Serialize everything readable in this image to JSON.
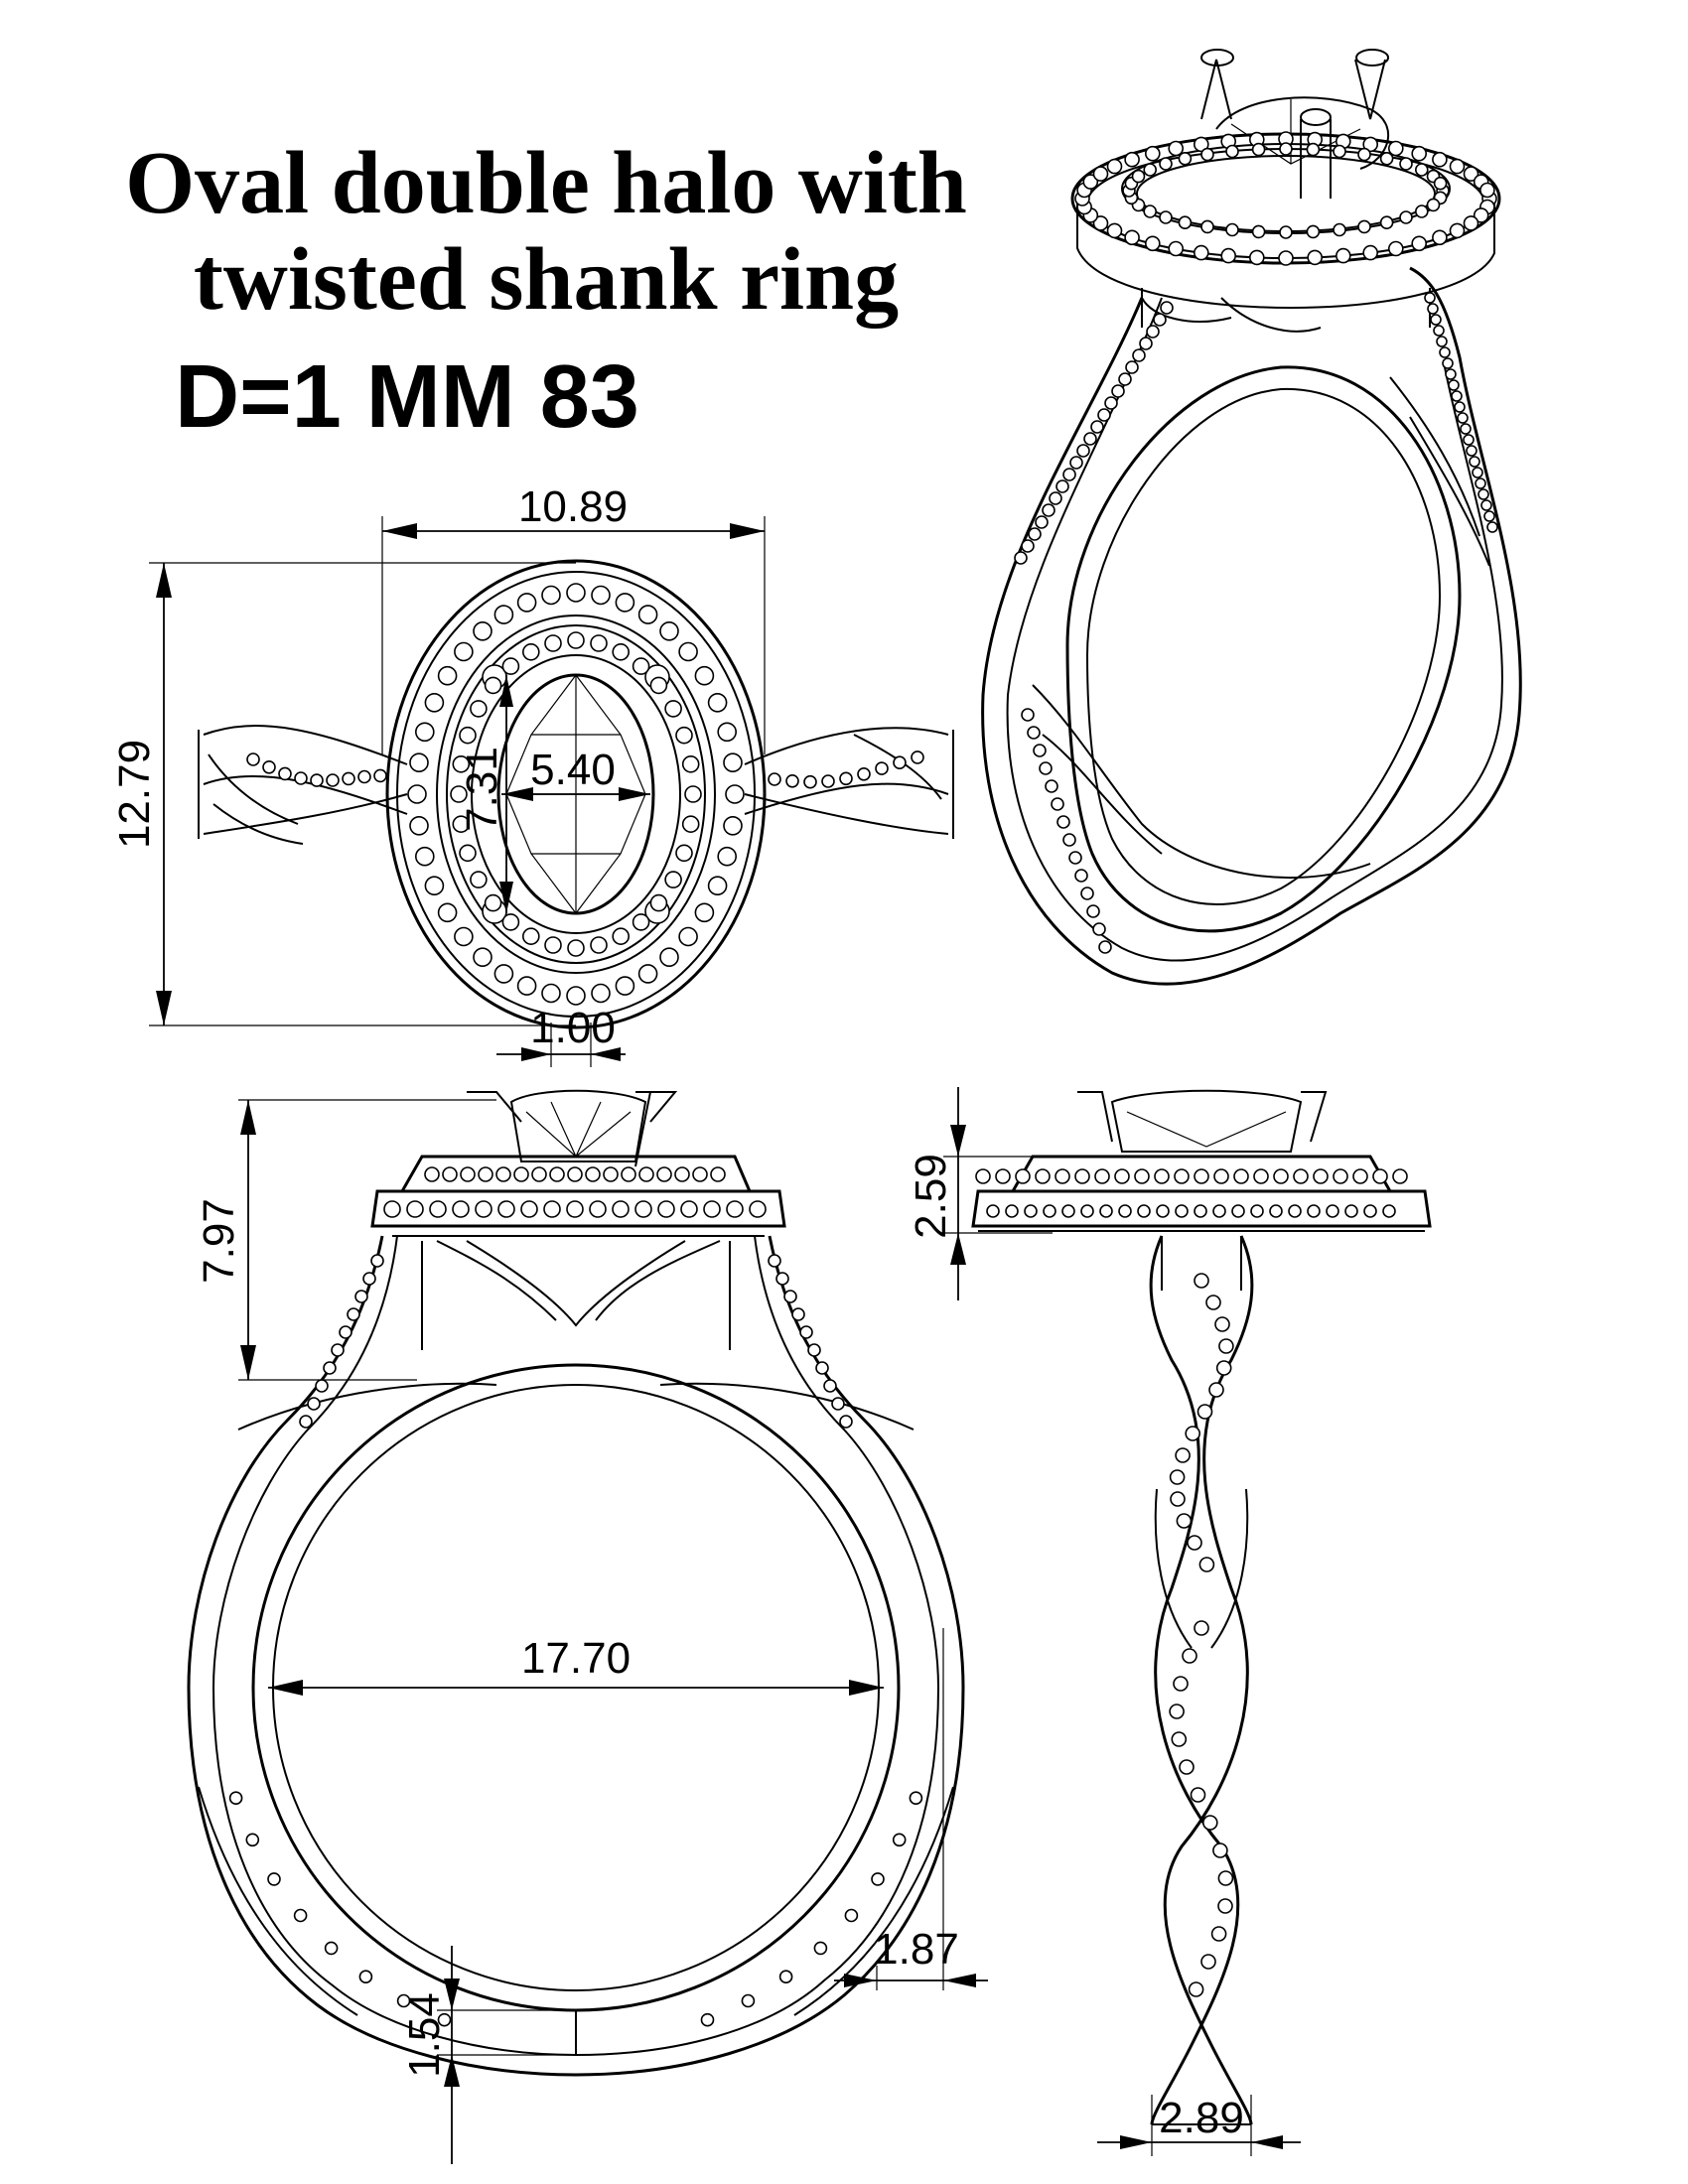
{
  "title": {
    "line1": "Oval  double halo with",
    "line2": "twisted shank ring",
    "line3": "D=1 MM 83"
  },
  "dimensions": {
    "top_width": "10.89",
    "top_height": "12.79",
    "center_length": "7.31",
    "center_width": "5.40",
    "shank_width_top": "1.00",
    "head_height": "7.97",
    "halo_height": "2.59",
    "inner_diameter": "17.70",
    "shank_thickness_side": "1.87",
    "shank_thickness_bottom": "1.54",
    "shank_width_bottom": "2.89"
  },
  "colors": {
    "line": "#000000",
    "background": "#ffffff"
  }
}
